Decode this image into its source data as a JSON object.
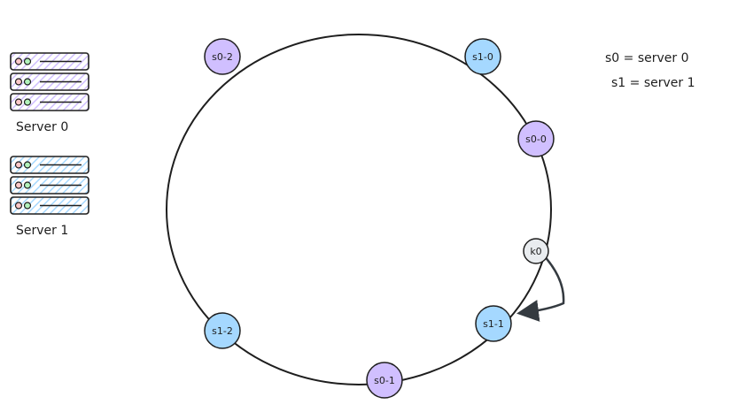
{
  "servers": [
    {
      "label": "Server 0",
      "color": "#d0bfff"
    },
    {
      "label": "Server 1",
      "color": "#a5d8ff"
    }
  ],
  "legend": [
    "s0 = server 0",
    "s1 = server 1"
  ],
  "ring_nodes": [
    {
      "label": "s0-2",
      "server": 0
    },
    {
      "label": "s1-0",
      "server": 1
    },
    {
      "label": "s0-0",
      "server": 0
    },
    {
      "label": "s1-1",
      "server": 1
    },
    {
      "label": "s0-1",
      "server": 0
    },
    {
      "label": "s1-2",
      "server": 1
    }
  ],
  "key_node": {
    "label": "k0",
    "color": "#e9ecef"
  },
  "colors": {
    "stroke": "#1e1e1e",
    "server0": "#d0bfff",
    "server1": "#a5d8ff",
    "arrow": "#343a40"
  }
}
